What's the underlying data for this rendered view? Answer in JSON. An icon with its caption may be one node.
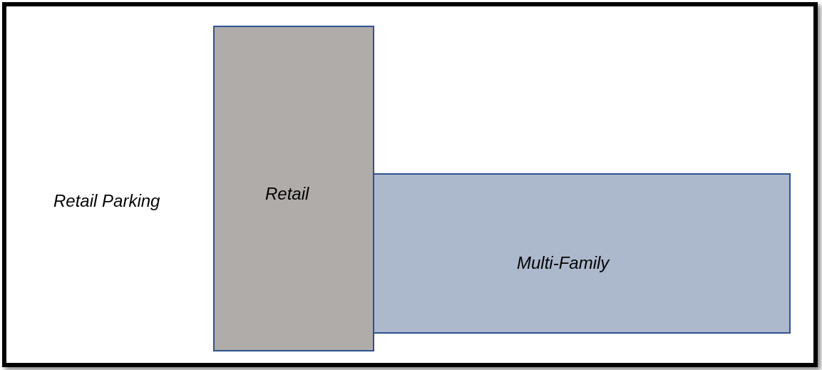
{
  "diagram": {
    "nodes": [
      {
        "text": [
          "Retail"
        ]
      },
      {
        "text": [
          "Multi-Family"
        ]
      }
    ],
    "labels": [
      "Retail Parking"
    ]
  }
}
